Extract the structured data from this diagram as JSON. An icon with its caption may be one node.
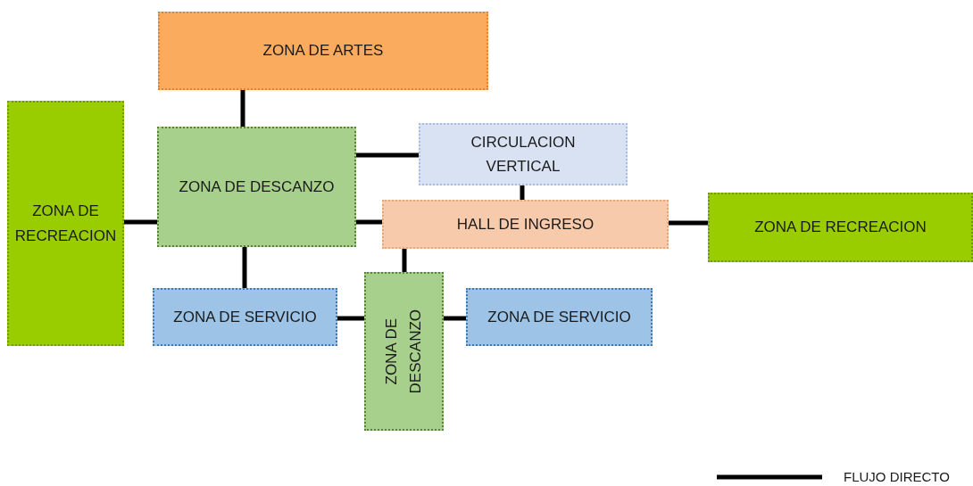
{
  "diagram": {
    "nodes": [
      {
        "text": [
          "ZONA DE ARTES"
        ]
      },
      {
        "text": [
          "ZONA DE RECREACION"
        ]
      },
      {
        "text": [
          "ZONA DE DESCANZO"
        ]
      },
      {
        "text": [
          "CIRCULACION VERTICAL"
        ]
      },
      {
        "text": [
          "HALL DE INGRESO"
        ]
      },
      {
        "text": [
          "ZONA DE RECREACION"
        ]
      },
      {
        "text": [
          "ZONA DE SERVICIO"
        ]
      },
      {
        "text": [
          "ZONA DE DESCANZO"
        ]
      },
      {
        "text": [
          "ZONA DE SERVICIO"
        ]
      }
    ],
    "edges": [
      {
        "from": 0,
        "to": 2,
        "arrow": "none"
      },
      {
        "from": 1,
        "to": 2,
        "arrow": "none"
      },
      {
        "from": 2,
        "to": 3,
        "arrow": "none"
      },
      {
        "from": 2,
        "to": 4,
        "arrow": "none"
      },
      {
        "from": 3,
        "to": 4,
        "arrow": "none"
      },
      {
        "from": 4,
        "to": 5,
        "arrow": "none"
      },
      {
        "from": 2,
        "to": 6,
        "arrow": "none"
      },
      {
        "from": 4,
        "to": 7,
        "arrow": "none"
      },
      {
        "from": 6,
        "to": 7,
        "arrow": "none"
      },
      {
        "from": 7,
        "to": 8,
        "arrow": "none"
      }
    ],
    "legend": [
      {
        "text": "FLUJO DIRECTO"
      }
    ]
  }
}
